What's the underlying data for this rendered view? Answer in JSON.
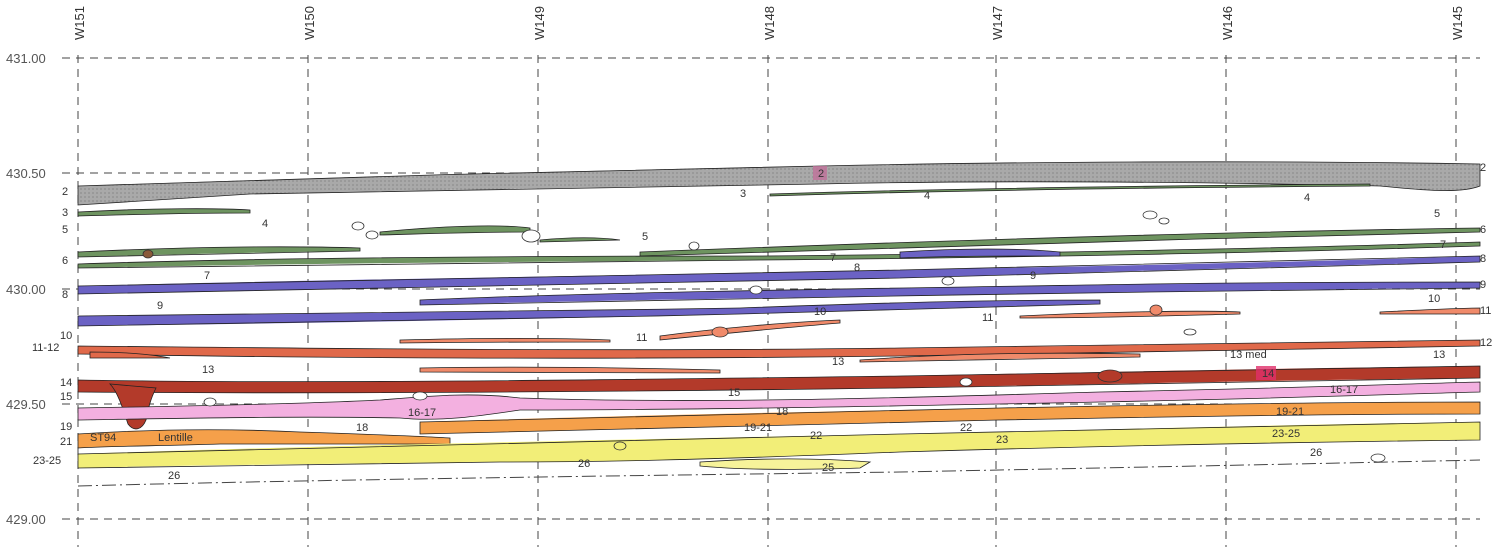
{
  "columns": [
    "W151",
    "W150",
    "W149",
    "W148",
    "W147",
    "W146",
    "W145"
  ],
  "elevations": [
    "431.00",
    "430.50",
    "430.00",
    "429.50",
    "429.00"
  ],
  "colors": {
    "gray": "#a9a9a9",
    "green": "#6e9460",
    "purple": "#6b62c4",
    "salmon": "#f08a6a",
    "orange_red": "#e0694a",
    "dark_red": "#b33a2a",
    "pink": "#f3b0e0",
    "orange": "#f5a04a",
    "yellow": "#f2ee78",
    "light_yellow": "#f7f39a"
  },
  "layers": [
    {
      "id": "gray2",
      "color": "gray"
    },
    {
      "id": "green3",
      "color": "green"
    },
    {
      "id": "green5",
      "color": "green"
    },
    {
      "id": "green6",
      "color": "green"
    },
    {
      "id": "green7",
      "color": "green"
    },
    {
      "id": "purple8",
      "color": "purple"
    },
    {
      "id": "purple9",
      "color": "purple"
    },
    {
      "id": "purple10",
      "color": "purple"
    },
    {
      "id": "salmon11",
      "color": "salmon"
    },
    {
      "id": "orange12",
      "color": "orange_red"
    },
    {
      "id": "darkred14",
      "color": "dark_red"
    },
    {
      "id": "pink1617",
      "color": "pink"
    },
    {
      "id": "orange1921",
      "color": "orange"
    },
    {
      "id": "yellow2325",
      "color": "yellow"
    },
    {
      "id": "yellow26",
      "color": "light_yellow"
    }
  ],
  "labels": [
    {
      "text": "2",
      "key": "l2a"
    },
    {
      "text": "3",
      "key": "l3a"
    },
    {
      "text": "5",
      "key": "l5a"
    },
    {
      "text": "6",
      "key": "l6a"
    },
    {
      "text": "8",
      "key": "l8a"
    },
    {
      "text": "10",
      "key": "l10a"
    },
    {
      "text": "11-12",
      "key": "l1112"
    },
    {
      "text": "14",
      "key": "l14a"
    },
    {
      "text": "15",
      "key": "l15a"
    },
    {
      "text": "19",
      "key": "l19a"
    },
    {
      "text": "21",
      "key": "l21a"
    },
    {
      "text": "23-25",
      "key": "l2325a"
    },
    {
      "text": "4",
      "key": "l4a"
    },
    {
      "text": "7",
      "key": "l7a"
    },
    {
      "text": "9",
      "key": "l9a"
    },
    {
      "text": "13",
      "key": "l13a"
    },
    {
      "text": "26",
      "key": "l26a"
    },
    {
      "text": "16-17",
      "key": "l1617a"
    },
    {
      "text": "18",
      "key": "l18a"
    },
    {
      "text": "ST94",
      "key": "st94"
    },
    {
      "text": "Lentille",
      "key": "lentille"
    },
    {
      "text": "5",
      "key": "l5b"
    },
    {
      "text": "2",
      "key": "l2b"
    },
    {
      "text": "3",
      "key": "l3b"
    },
    {
      "text": "4",
      "key": "l4b"
    },
    {
      "text": "8",
      "key": "l8b"
    },
    {
      "text": "7",
      "key": "l7b"
    },
    {
      "text": "10",
      "key": "l10b"
    },
    {
      "text": "11",
      "key": "l11b"
    },
    {
      "text": "13",
      "key": "l13b"
    },
    {
      "text": "15",
      "key": "l15b"
    },
    {
      "text": "18",
      "key": "l18b"
    },
    {
      "text": "19-21",
      "key": "l1921b"
    },
    {
      "text": "22",
      "key": "l22b"
    },
    {
      "text": "25",
      "key": "l25b"
    },
    {
      "text": "26",
      "key": "l26b"
    },
    {
      "text": "9",
      "key": "l9b"
    },
    {
      "text": "11",
      "key": "l11c"
    },
    {
      "text": "22",
      "key": "l22c"
    },
    {
      "text": "23",
      "key": "l23c"
    },
    {
      "text": "13 med",
      "key": "l13med"
    },
    {
      "text": "14",
      "key": "l14b"
    },
    {
      "text": "16-17",
      "key": "l1617b"
    },
    {
      "text": "19-21",
      "key": "l1921c"
    },
    {
      "text": "23-25",
      "key": "l2325c"
    },
    {
      "text": "26",
      "key": "l26c"
    },
    {
      "text": "4",
      "key": "l4c"
    },
    {
      "text": "5",
      "key": "l5c"
    },
    {
      "text": "7",
      "key": "l7c"
    },
    {
      "text": "10",
      "key": "l10c"
    },
    {
      "text": "13",
      "key": "l13c"
    },
    {
      "text": "2",
      "key": "r2"
    },
    {
      "text": "6",
      "key": "r6"
    },
    {
      "text": "8",
      "key": "r8"
    },
    {
      "text": "9",
      "key": "r9"
    },
    {
      "text": "11",
      "key": "r11"
    },
    {
      "text": "12",
      "key": "r12"
    }
  ]
}
